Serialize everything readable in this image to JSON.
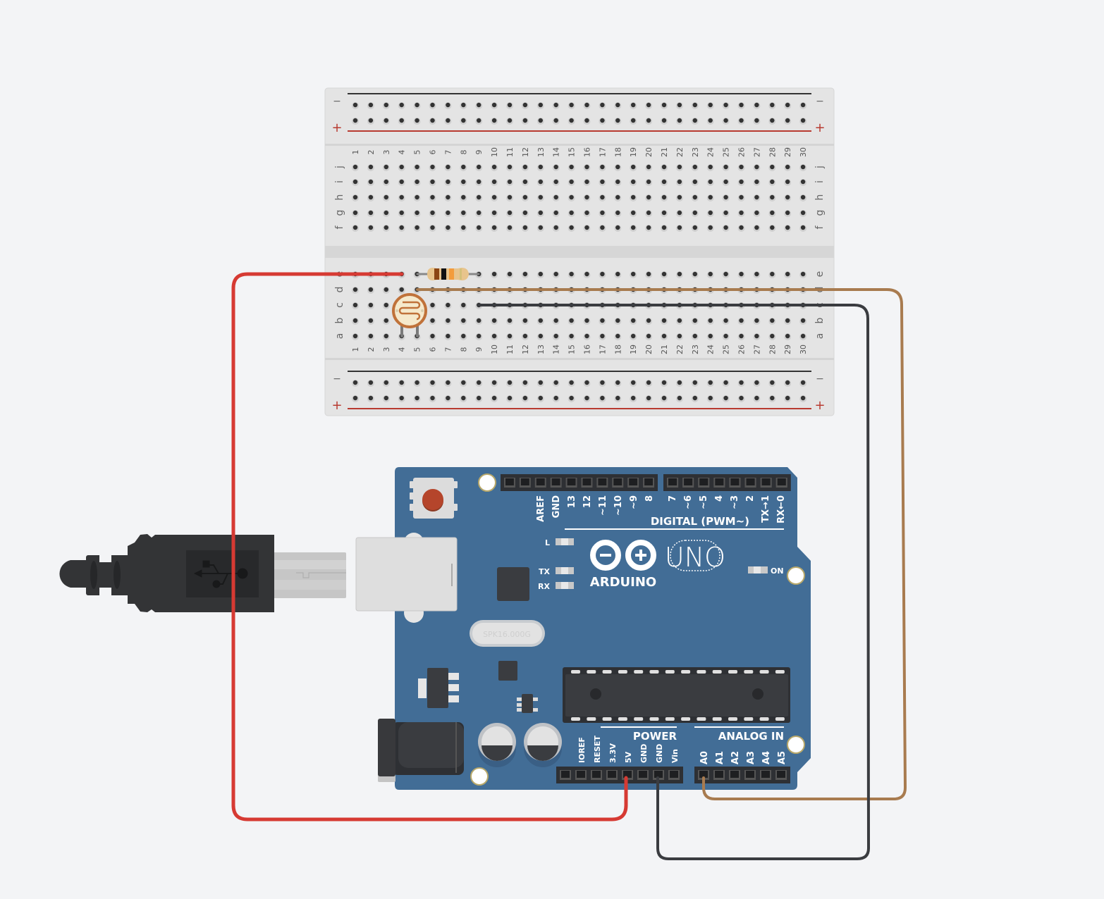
{
  "circuit": {
    "title": "Arduino UNO photoresistor circuit",
    "breadboard": {
      "columns": [
        1,
        2,
        3,
        4,
        5,
        6,
        7,
        8,
        9,
        10,
        11,
        12,
        13,
        14,
        15,
        16,
        17,
        18,
        19,
        20,
        21,
        22,
        23,
        24,
        25,
        26,
        27,
        28,
        29,
        30
      ],
      "top_rows": [
        "j",
        "i",
        "h",
        "g",
        "f"
      ],
      "bottom_rows": [
        "e",
        "d",
        "c",
        "b",
        "a"
      ],
      "rail_minus": "−",
      "rail_plus": "+",
      "colors": {
        "body": "#e1e1e1",
        "minus_line": "#333333",
        "plus_line": "#c0392b",
        "hole": "#333333"
      }
    },
    "components": {
      "resistor": {
        "name": "Resistor",
        "bands": [
          "#8b4513",
          "#111111",
          "#f39c3c",
          "#d4c07a"
        ],
        "from_column": 5,
        "to_column": 9,
        "row": "e"
      },
      "photoresistor": {
        "name": "Photoresistor (LDR)",
        "leg_columns": [
          4,
          5
        ],
        "row": "a"
      }
    },
    "arduino": {
      "brand": "ARDUINO",
      "model": "UNO",
      "crystal_label": "SPK16.000G",
      "digital_header_label": "DIGITAL (PWM~)",
      "digital_pins": [
        "AREF",
        "GND",
        "13",
        "12",
        "~11",
        "~10",
        "~9",
        "8",
        "7",
        "~6",
        "~5",
        "4",
        "~3",
        "2",
        "TX→1",
        "RX←0"
      ],
      "power_header_label": "POWER",
      "power_pins": [
        "IOREF",
        "RESET",
        "3.3V",
        "5V",
        "GND",
        "GND",
        "Vin"
      ],
      "analog_header_label": "ANALOG IN",
      "analog_pins": [
        "A0",
        "A1",
        "A2",
        "A3",
        "A4",
        "A5"
      ],
      "leds": {
        "l": "L",
        "tx": "TX",
        "rx": "RX",
        "on": "ON"
      },
      "colors": {
        "board": "#426d96",
        "reset_button": "#b5452b"
      }
    },
    "wires": [
      {
        "name": "5V wire",
        "from": "5V",
        "to": "breadboard col 4 row e",
        "color": "#d63a33"
      },
      {
        "name": "A0 wire",
        "from": "A0",
        "to": "breadboard col 5 row d",
        "color": "#a87b4f"
      },
      {
        "name": "GND wire",
        "from": "GND",
        "to": "breadboard col 9 row c",
        "color": "#3a3c40"
      }
    ]
  }
}
